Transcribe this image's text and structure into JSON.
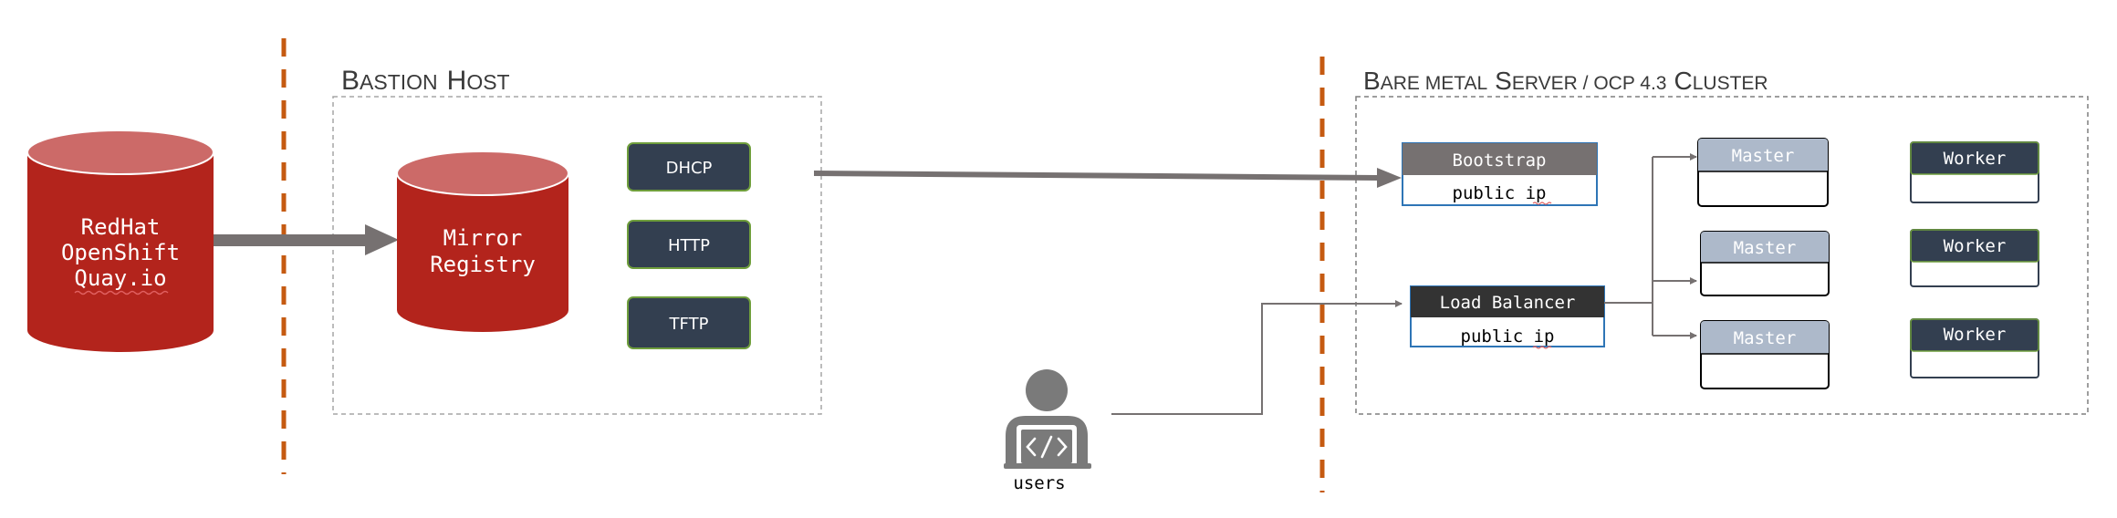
{
  "colors": {
    "cylinder_body": "#b3241c",
    "cylinder_top": "#cc6a68",
    "service_box": "#333f50",
    "service_border": "#6f9e3c",
    "bootstrap_header": "#767171",
    "load_balancer_header": "#333333",
    "master_header": "#adb9ca",
    "worker_header": "#333f50",
    "divider": "#c55a11",
    "arrow": "#767171",
    "dashed_border": "#a6a6a6"
  },
  "sources": {
    "quay": {
      "line1": "RedHat",
      "line2": "OpenShift",
      "line3": "Quay.io"
    }
  },
  "bastion": {
    "title_prefix": "B",
    "title_rest": "ASTION",
    "title_prefix2": "H",
    "title_rest2": "OST",
    "registry": {
      "line1": "Mirror",
      "line2": "Registry"
    },
    "services": [
      "DHCP",
      "HTTP",
      "TFTP"
    ]
  },
  "cluster": {
    "title_prefix": "B",
    "title_rest": "ARE METAL",
    "title_prefix2": "S",
    "title_rest2": "ERVER / OCP 4.3",
    "title_prefix3": "C",
    "title_rest3": "LUSTER",
    "bootstrap": {
      "label": "Bootstrap",
      "ip": "public ip"
    },
    "load_balancer": {
      "label": "Load Balancer",
      "ip": "public ip"
    },
    "masters": [
      "Master",
      "Master",
      "Master"
    ],
    "workers": [
      "Worker",
      "Worker",
      "Worker"
    ]
  },
  "users": {
    "label": "users"
  }
}
